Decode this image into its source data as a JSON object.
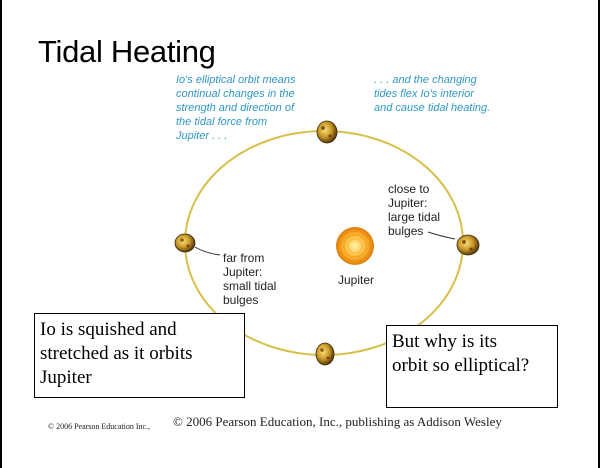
{
  "title": "Tidal Heating",
  "notes": {
    "left": "Io's elliptical orbit means\ncontinual changes in the\nstrength and direction of\nthe tidal force from\nJupiter . . .",
    "right": ". . . and the changing\ntides flex Io's interior\nand cause tidal heating."
  },
  "labels": {
    "close": "close to\nJupiter:\nlarge tidal\nbulges",
    "far": "far from\nJupiter:\nsmall tidal\nbulges",
    "jupiter": "Jupiter"
  },
  "boxes": {
    "left": "Io is squished and\nstretched as it orbits\nJupiter",
    "right": "But why is its\norbit so elliptical?"
  },
  "footer": {
    "small": "© 2006 Pearson Education Inc.,",
    "main": "© 2006 Pearson Education, Inc., publishing as Addison Wesley"
  },
  "colors": {
    "orbit": "#d8c04a",
    "note_text": "#2f97c5",
    "jupiter": "#f3a21c",
    "io": "#c99a2a"
  }
}
